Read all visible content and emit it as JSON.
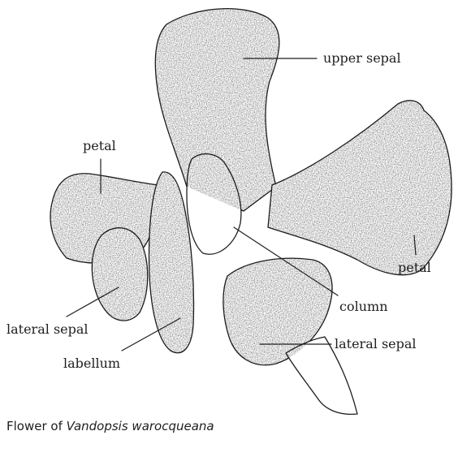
{
  "labels": {
    "upper_sepal": "upper sepal",
    "petal_left": "petal",
    "petal_right": "petal",
    "column": "column",
    "lateral_sepal_left": "lateral sepal",
    "lateral_sepal_right": "lateral sepal",
    "labellum": "labellum"
  },
  "caption": {
    "prefix": "Flower of ",
    "species": "Vandopsis warocqueana"
  },
  "colors": {
    "ink": "#1e1e1e",
    "paper": "#ffffff"
  }
}
